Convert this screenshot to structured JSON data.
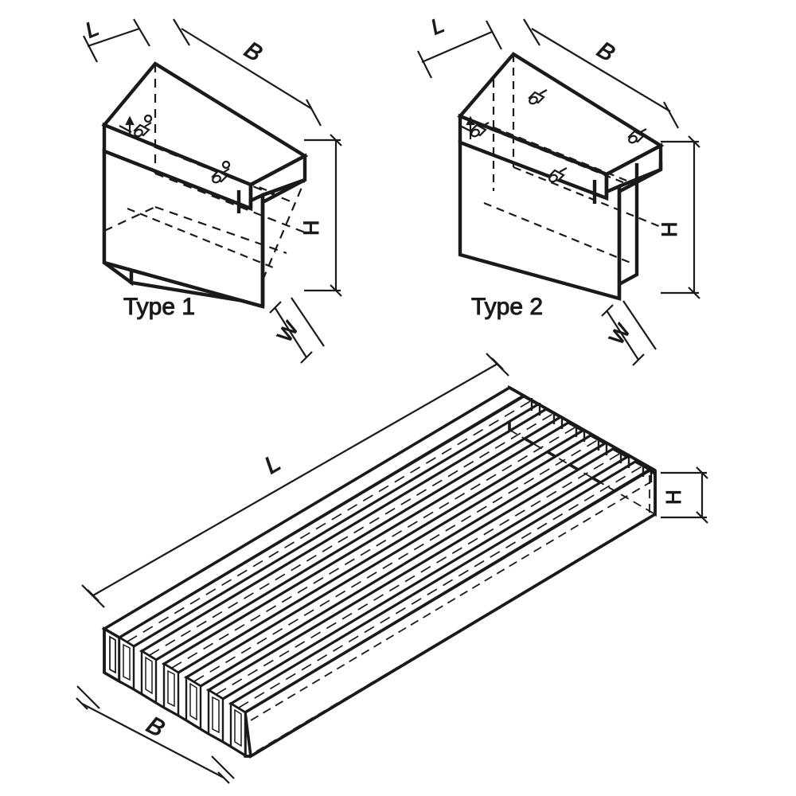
{
  "drawing": {
    "title": "Grating type technical drawing",
    "background_color": "#ffffff",
    "line_color": "#1a1a1a",
    "projection": "isometric"
  },
  "views": [
    {
      "id": "type1",
      "name_label": "Type 1",
      "dimension_labels": [
        "L",
        "B",
        "H",
        "W"
      ]
    },
    {
      "id": "type2",
      "name_label": "Type 2",
      "dimension_labels": [
        "L",
        "B",
        "H",
        "W"
      ]
    },
    {
      "id": "grating",
      "name_label": "",
      "dimension_labels": [
        "L",
        "B",
        "H"
      ]
    }
  ],
  "labels": {
    "type1_name": "Type 1",
    "type2_name": "Type 2",
    "t1_L": "L",
    "t1_B": "B",
    "t1_H": "H",
    "t1_W": "W",
    "t2_L": "L",
    "t2_B": "B",
    "t2_H": "H",
    "t2_W": "W",
    "g_L": "L",
    "g_B": "B",
    "g_H": "H"
  },
  "geometry": {
    "grating_bar_count": 8,
    "type1_pin_count": 2,
    "type2_pin_count": 4
  }
}
